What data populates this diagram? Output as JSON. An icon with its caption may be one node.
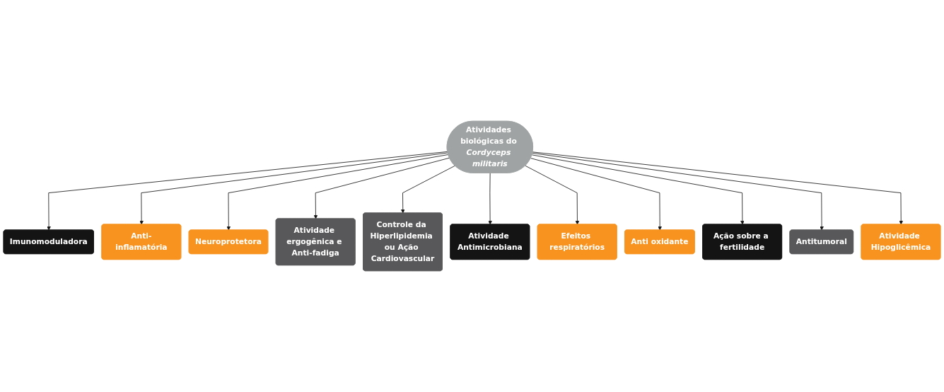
{
  "diagram": {
    "nodes": [
      {
        "text": [
          "Atividades biológicas do *Cordyceps militaris*"
        ]
      },
      {
        "text": [
          "Imunomoduladora"
        ]
      },
      {
        "text": [
          "Anti-inflamatória"
        ]
      },
      {
        "text": [
          "Neuroprotetora"
        ]
      },
      {
        "text": [
          "Atividade ergogênica e Anti-fadiga"
        ]
      },
      {
        "text": [
          "Controle da Hiperlipidemia ou Ação Cardiovascular"
        ]
      },
      {
        "text": [
          "Atividade Antimicrobiana"
        ]
      },
      {
        "text": [
          "Efeitos respiratórios"
        ]
      },
      {
        "text": [
          "Anti oxidante"
        ]
      },
      {
        "text": [
          "Ação sobre a fertilidade"
        ]
      },
      {
        "text": [
          "Antitumoral"
        ]
      },
      {
        "text": [
          "Atividade Hipoglicêmica"
        ]
      }
    ],
    "edges": [
      {
        "from": 0,
        "to": 1,
        "arrow": "to"
      },
      {
        "from": 0,
        "to": 2,
        "arrow": "to"
      },
      {
        "from": 0,
        "to": 3,
        "arrow": "to"
      },
      {
        "from": 0,
        "to": 4,
        "arrow": "to"
      },
      {
        "from": 0,
        "to": 5,
        "arrow": "to"
      },
      {
        "from": 0,
        "to": 6,
        "arrow": "to"
      },
      {
        "from": 0,
        "to": 7,
        "arrow": "to"
      },
      {
        "from": 0,
        "to": 8,
        "arrow": "to"
      },
      {
        "from": 0,
        "to": 9,
        "arrow": "to"
      },
      {
        "from": 0,
        "to": 10,
        "arrow": "to"
      },
      {
        "from": 0,
        "to": 11,
        "arrow": "to"
      }
    ]
  }
}
